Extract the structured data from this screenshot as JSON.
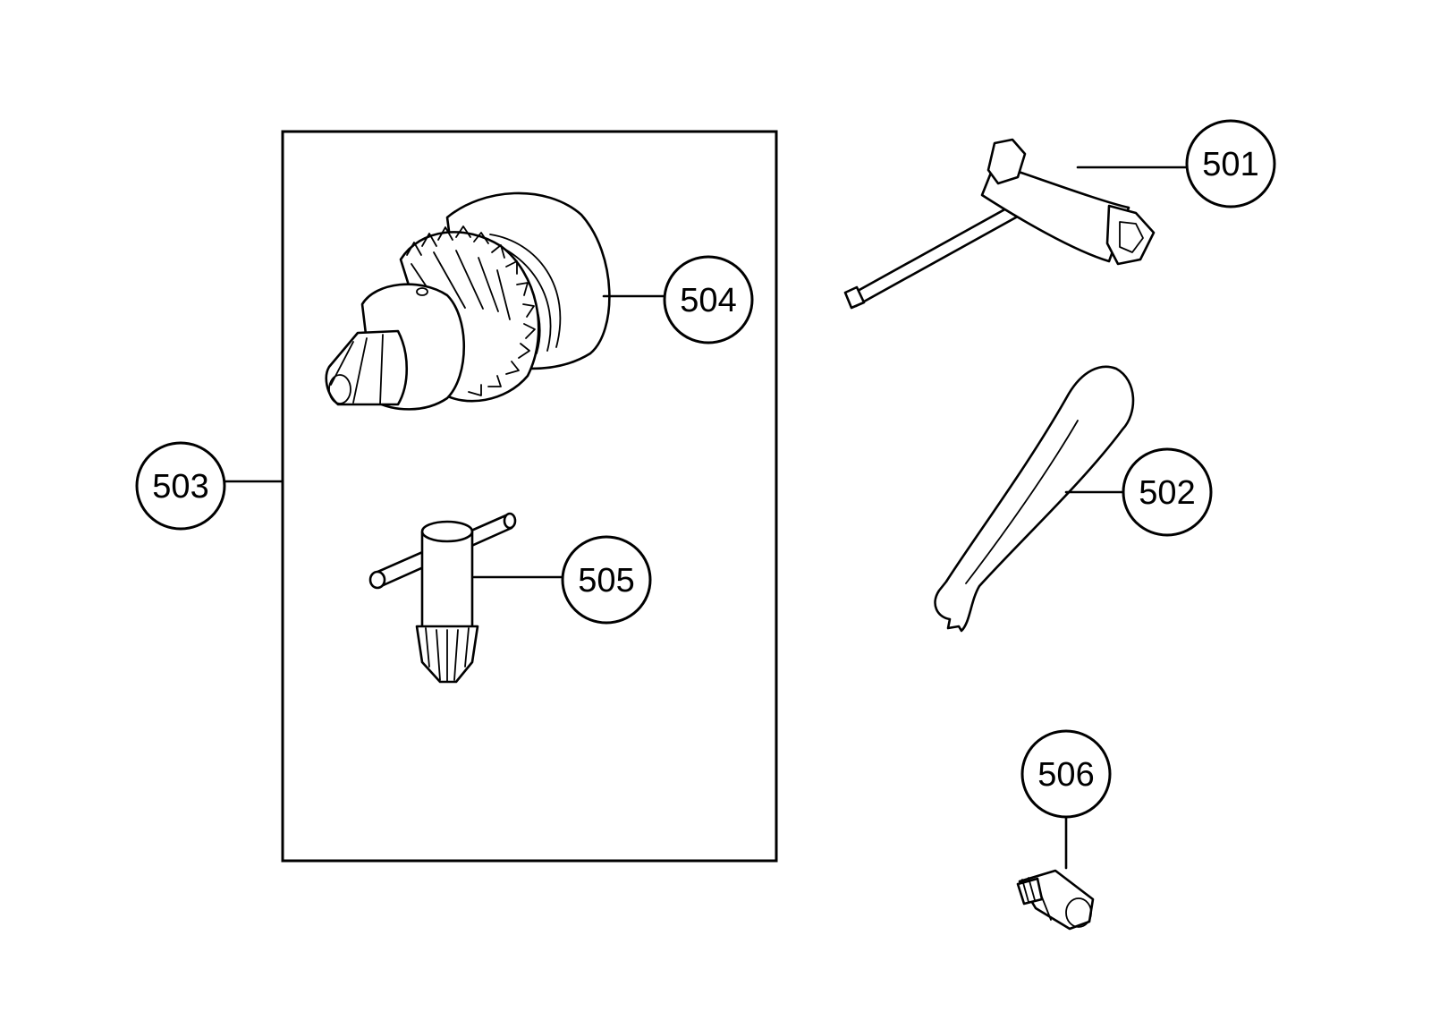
{
  "callouts": {
    "c501": "501",
    "c502": "502",
    "c503": "503",
    "c504": "504",
    "c505": "505",
    "c506": "506"
  },
  "parts": [
    {
      "id": "501",
      "icon": "t-spark-plug-wrench-icon"
    },
    {
      "id": "502",
      "icon": "hook-spanner-wrench-icon"
    },
    {
      "id": "503",
      "icon": "chuck-set-group-box"
    },
    {
      "id": "504",
      "icon": "drill-chuck-icon"
    },
    {
      "id": "505",
      "icon": "chuck-key-icon"
    },
    {
      "id": "506",
      "icon": "threaded-adapter-icon"
    }
  ]
}
